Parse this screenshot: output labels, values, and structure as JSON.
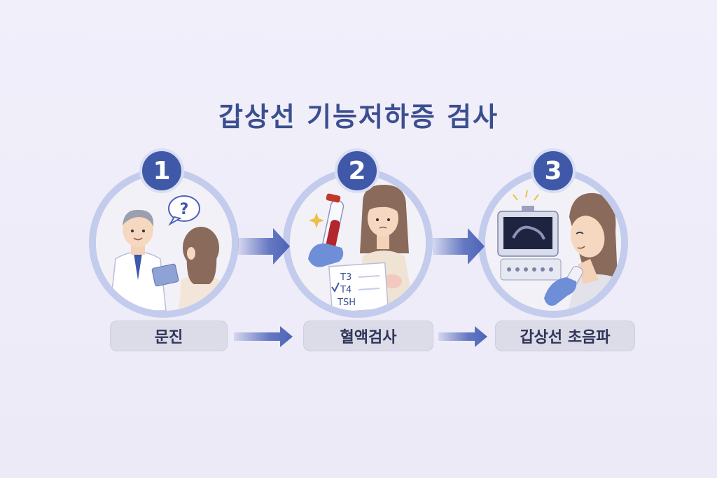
{
  "title": "갑상선 기능저하증 검사",
  "steps": [
    {
      "number": "1",
      "label": "문진"
    },
    {
      "number": "2",
      "label": "혈액검사"
    },
    {
      "number": "3",
      "label": "갑상선 초음파"
    }
  ],
  "lab_sheet": [
    "T3",
    "T4",
    "TSH"
  ],
  "colors": {
    "accent": "#3f58a8",
    "ring": "#c3ccec",
    "arrow": "#4d64b8",
    "label_bg": "#dcdbe8"
  }
}
